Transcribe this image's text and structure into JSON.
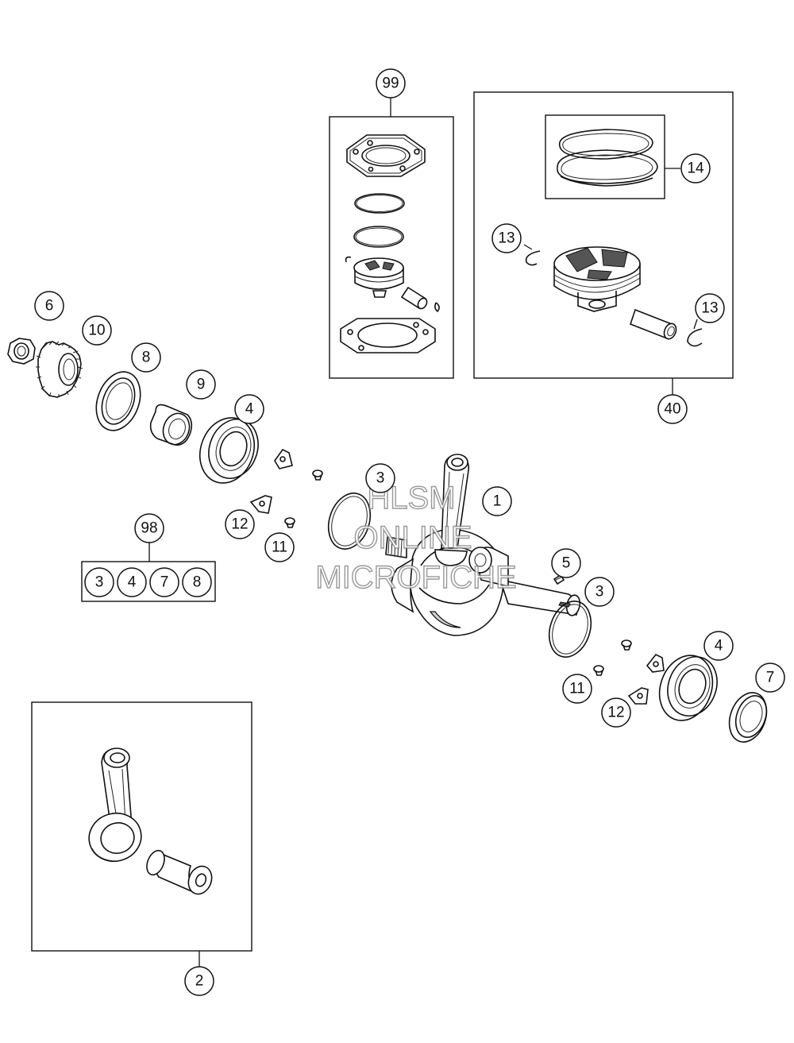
{
  "watermark": {
    "line1": "HLSM",
    "line2": "ONLINE",
    "line3": "MICROFICHE"
  },
  "callouts": {
    "c99": "99",
    "c14": "14",
    "c13a": "13",
    "c13b": "13",
    "c40": "40",
    "c6": "6",
    "c10": "10",
    "c8": "8",
    "c9": "9",
    "c4a": "4",
    "c3a": "3",
    "c1": "1",
    "c98": "98",
    "c12a": "12",
    "c11a": "11",
    "c5": "5",
    "c3b": "3",
    "c4b": "4",
    "c7": "7",
    "c11b": "11",
    "c12b": "12",
    "c2": "2"
  },
  "kit98": [
    "3",
    "4",
    "7",
    "8"
  ]
}
